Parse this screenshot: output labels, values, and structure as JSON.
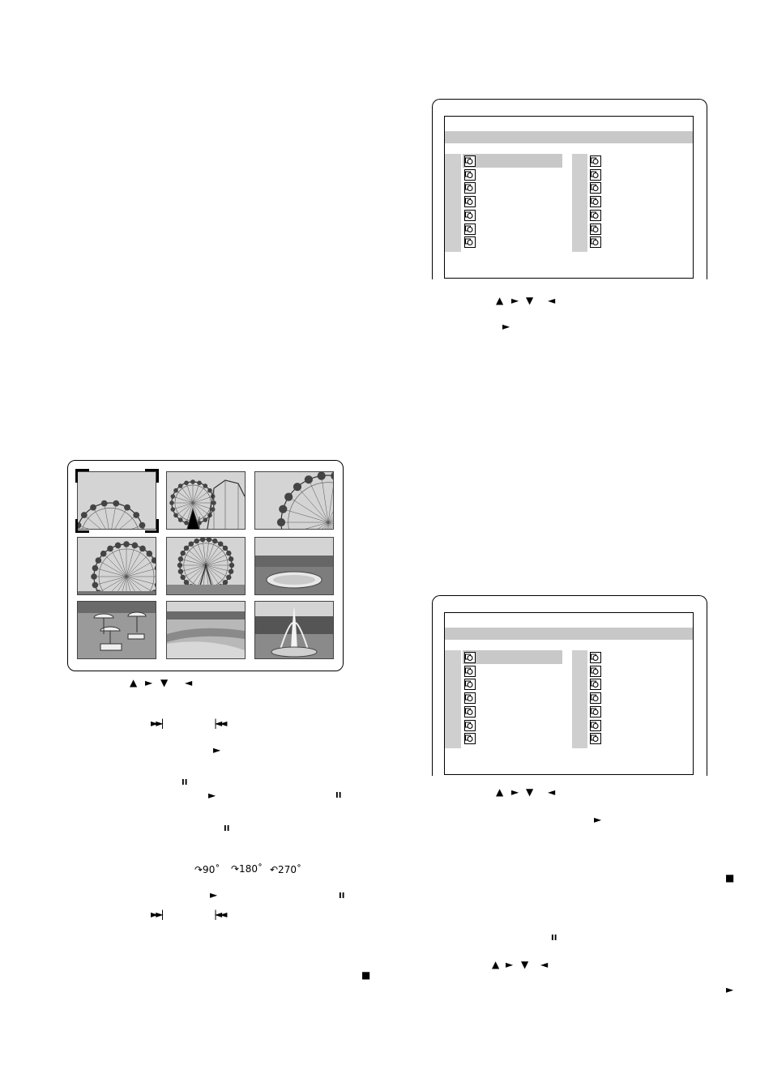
{
  "nav_symbols": {
    "up": "▲",
    "right": "►",
    "down": "▼",
    "left": "◄",
    "next": "►►|",
    "prev": "|◄◄",
    "play": "►",
    "pause": "II",
    "stop": "■"
  },
  "rotation": {
    "r90": "↷90˚",
    "r180": "↷180˚",
    "r270": "↶270˚"
  },
  "menu_screen": {
    "left_items": 7,
    "right_items": 7
  },
  "thumbnail_grid": {
    "rows": 3,
    "cols": 3,
    "selected_index": 0,
    "thumbnails": [
      "ferris-wheel-corner",
      "ferris-wheel-coaster",
      "ferris-wheel-edge",
      "ferris-wheel-large",
      "ferris-wheel-front",
      "flower-garden-far",
      "parasol-tables",
      "flower-field-path",
      "fountain-plaza"
    ]
  },
  "colors": {
    "menu_bar": "#c8c8c8",
    "frame": "#000000"
  }
}
